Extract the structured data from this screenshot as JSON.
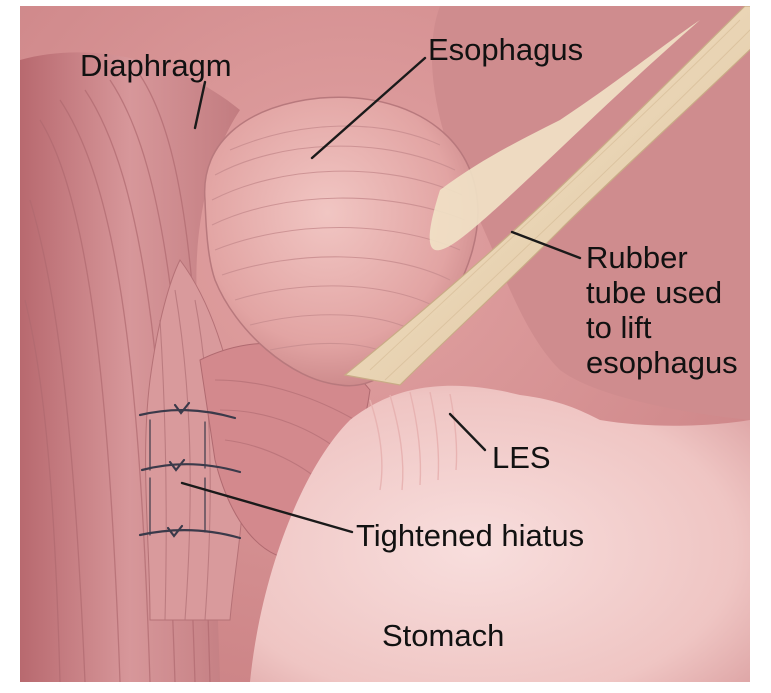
{
  "labels": {
    "diaphragm": "Diaphragm",
    "esophagus": "Esophagus",
    "rubber_tube": [
      "Rubber",
      "tube used",
      "to lift",
      "esophagus"
    ],
    "les": "LES",
    "tightened_hiatus": "Tightened hiatus",
    "stomach": "Stomach"
  },
  "colors": {
    "background_tissue": "#d38e8e",
    "diaphragm_muscle": "#c77f80",
    "esophagus": "#e7b0ae",
    "stomach": "#f2cdcb",
    "rubber_tube": "#efdcc0",
    "stitches": "#3b3a4a",
    "frame_border": "#ffffff"
  }
}
